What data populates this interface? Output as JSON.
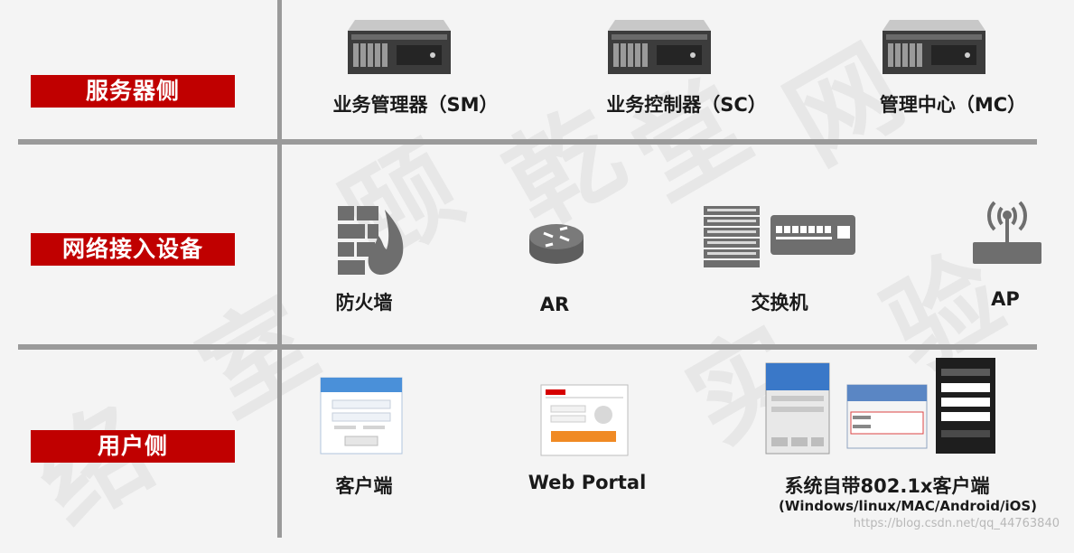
{
  "labels": {
    "server_side": "服务器侧",
    "network_access": "网络接入设备",
    "user_side": "用户侧"
  },
  "server_row": {
    "sm": "业务管理器（SM）",
    "sc": "业务控制器（SC）",
    "mc": "管理中心（MC）"
  },
  "network_row": {
    "firewall": "防火墙",
    "ar": "AR",
    "switch": "交换机",
    "ap": "AP"
  },
  "user_row": {
    "client": "客户端",
    "web_portal": "Web Portal",
    "builtin_8021x": "系统自带802.1x客户端",
    "platforms": "(Windows/linux/MAC/Android/iOS)"
  },
  "watermark_chars": [
    "乾",
    "颐",
    "堂",
    "网",
    "络",
    "实",
    "验",
    "室"
  ],
  "credit": "https://blog.csdn.net/qq_44763840",
  "colors": {
    "label_bg": "#c00000",
    "divider": "#9a9a9a",
    "icon": "#6e6e6e"
  }
}
